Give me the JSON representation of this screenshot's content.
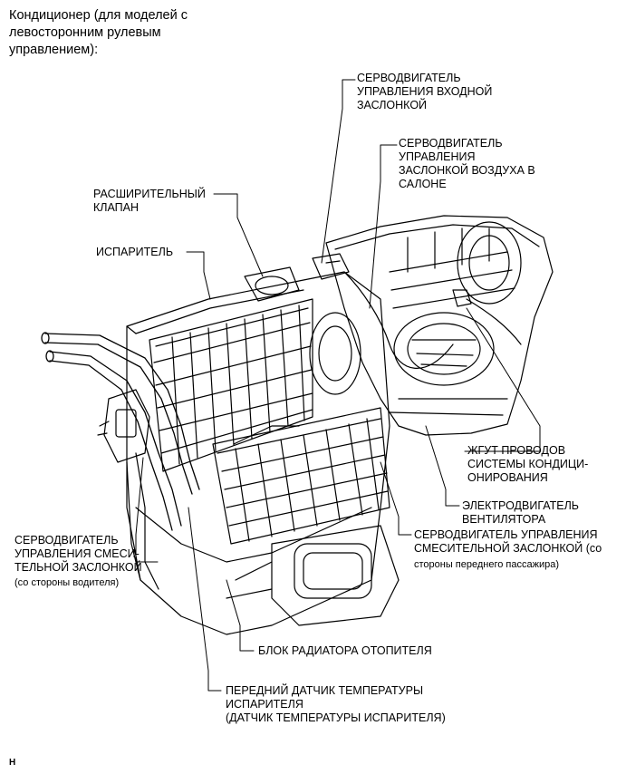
{
  "title": "Кондиционер (для моделей с\nлевосторонним рулевым\nуправлением):",
  "labels": {
    "intake_servo": "СЕРВОДВИГАТЕЛЬ\nУПРАВЛЕНИЯ ВХОДНОЙ\nЗАСЛОНКОЙ",
    "cabin_air_servo": "СЕРВОДВИГАТЕЛЬ\nУПРАВЛЕНИЯ\nЗАСЛОНКОЙ ВОЗДУХА В\nСАЛОНЕ",
    "expansion_valve": "РАСШИРИТЕЛЬНЫЙ\nКЛАПАН",
    "evaporator": "ИСПАРИТЕЛЬ",
    "ac_harness": "ЖГУТ ПРОВОДОВ\nСИСТЕМЫ КОНДИЦИ-\nОНИРОВАНИЯ",
    "blower_motor": "ЭЛЕКТРОДВИГАТЕЛЬ\nВЕНТИЛЯТОРА",
    "mix_servo_passenger": "СЕРВОДВИГАТЕЛЬ УПРАВЛЕНИЯ\nСМЕСИТЕЛЬНОЙ ЗАСЛОНКОЙ (со",
    "mix_servo_passenger_sub": "стороны переднего пассажира)",
    "mix_servo_driver": "СЕРВОДВИГАТЕЛЬ\nУПРАВЛЕНИЯ СМЕСИ-\nТЕЛЬНОЙ ЗАСЛОНКОЙ",
    "mix_servo_driver_sub": "(со стороны водителя)",
    "heater_core": "БЛОК РАДИАТОРА ОТОПИТЕЛЯ",
    "evap_temp_sensor": "ПЕРЕДНИЙ ДАТЧИК ТЕМПЕРАТУРЫ\nИСПАРИТЕЛЯ\n(ДАТЧИК ТЕМПЕРАТУРЫ ИСПАРИТЕЛЯ)"
  },
  "figure_code": "H"
}
